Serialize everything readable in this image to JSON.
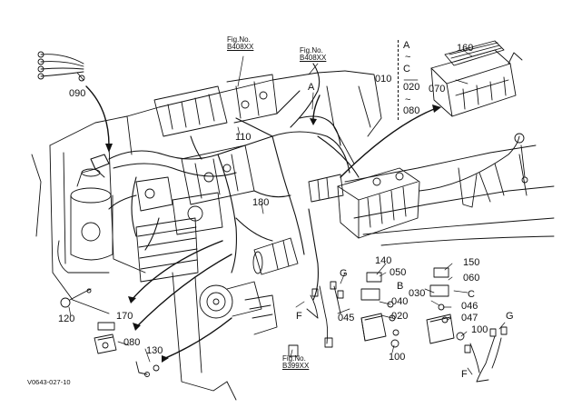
{
  "figure_code": "V0643-027-10",
  "fig_refs": [
    {
      "label": "Fig.No.",
      "ref": "B408XX"
    },
    {
      "label": "Fig.No.",
      "ref": "B408XX"
    },
    {
      "label": "Fig.No.",
      "ref": "B399XX"
    }
  ],
  "part_labels": {
    "p090": "090",
    "p110": "110",
    "p180": "180",
    "p120": "120",
    "p170": "170",
    "p080a": "080",
    "p130": "130",
    "p010": "010",
    "p020a": "020",
    "p080b": "080",
    "p160": "160",
    "p070": "070",
    "p140": "140",
    "p050": "050",
    "p040": "040",
    "p045": "045",
    "p020b": "020",
    "p100a": "100",
    "p150": "150",
    "p060": "060",
    "p030": "030",
    "p046": "046",
    "p047": "047",
    "p100b": "100"
  },
  "range_marks": {
    "a": "A",
    "tilde1": "~",
    "c": "C",
    "tilde2": "~"
  },
  "connector_letters": {
    "A": "A",
    "B": "B",
    "C": "C",
    "G1": "G",
    "G2": "G",
    "F1": "F",
    "F2": "F"
  }
}
